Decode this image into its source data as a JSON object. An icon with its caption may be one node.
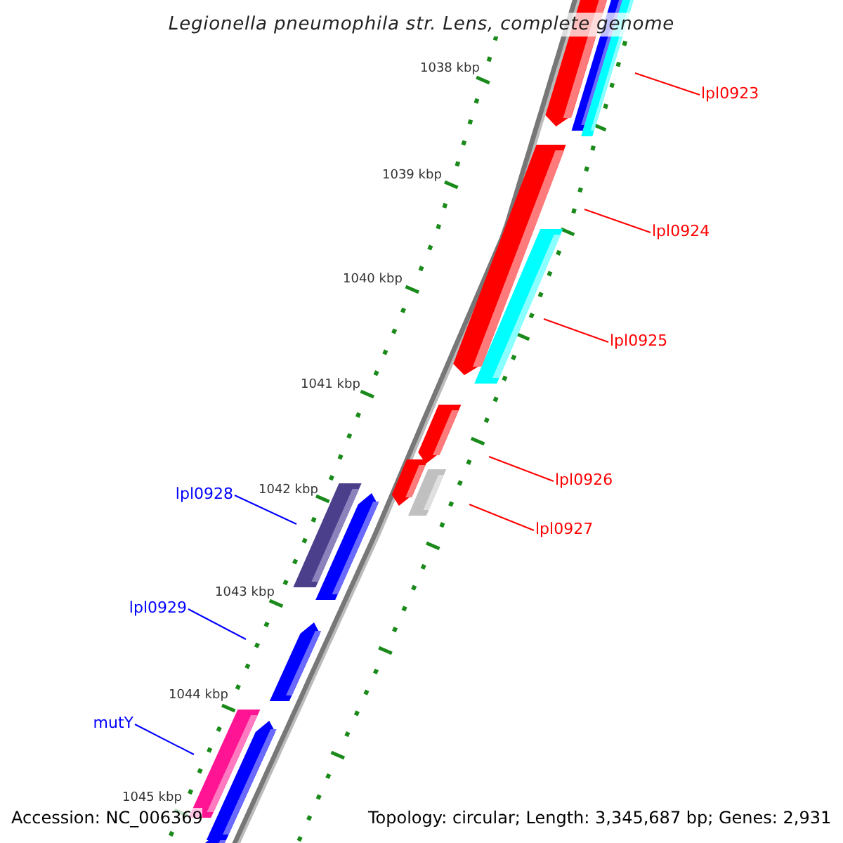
{
  "diagram": {
    "title": "Legionella pneumophila str. Lens, complete genome",
    "nodes": [
      {
        "text": [
          "lpl0923"
        ]
      },
      {
        "text": [
          "lpl0924"
        ]
      },
      {
        "text": [
          "lpl0925"
        ]
      },
      {
        "text": [
          "lpl0926"
        ]
      },
      {
        "text": [
          "lpl0927"
        ]
      },
      {
        "text": [
          "lpl0928"
        ]
      },
      {
        "text": [
          "lpl0929"
        ]
      },
      {
        "text": [
          "mutY"
        ]
      }
    ],
    "edges": [
      {
        "from": 0,
        "to": null,
        "arrow": "none"
      },
      {
        "from": 1,
        "to": null,
        "arrow": "none"
      },
      {
        "from": 2,
        "to": null,
        "arrow": "none"
      },
      {
        "from": 3,
        "to": null,
        "arrow": "none"
      },
      {
        "from": 4,
        "to": null,
        "arrow": "none"
      },
      {
        "from": 5,
        "to": null,
        "arrow": "none",
        "color": "#0000ff"
      },
      {
        "from": 6,
        "to": null,
        "arrow": "none",
        "color": "#0000ff"
      },
      {
        "from": 7,
        "to": null,
        "arrow": "none",
        "color": "#0000ff"
      }
    ],
    "labels": [
      "1038 kbp",
      "1039 kbp",
      "1040 kbp",
      "1041 kbp",
      "1042 kbp",
      "1043 kbp",
      "1044 kbp",
      "1045 kbp",
      "Accession: NC_006369",
      "Topology: circular; Length: 3,345,687 bp; Genes: 2,931"
    ]
  }
}
